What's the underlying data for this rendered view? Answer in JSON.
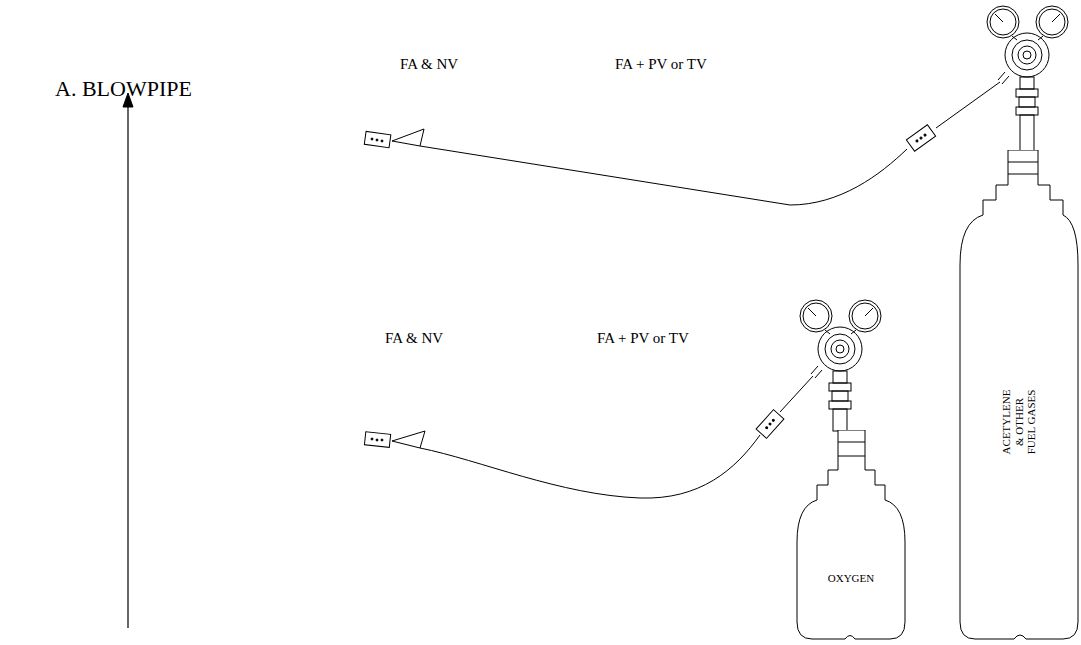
{
  "diagram": {
    "nodes": [
      {
        "text": [
          "ACETYLENE & OTHER FUEL GASES"
        ]
      },
      {
        "text": [
          "OXYGEN"
        ]
      }
    ],
    "labels": [
      "A. BLOWPIPE",
      "FA & NV",
      "FA + PV or TV",
      "FA & NV",
      "FA + PV or TV"
    ]
  }
}
